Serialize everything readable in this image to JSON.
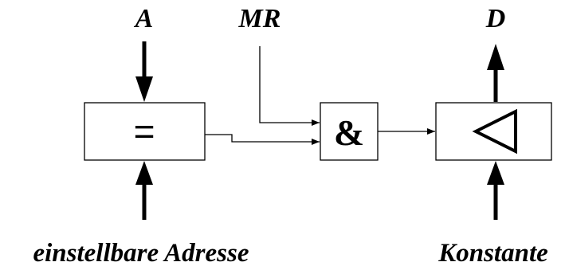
{
  "labels": {
    "input_a": "A",
    "input_mr": "MR",
    "output_d": "D",
    "address": "einstellbare Adresse",
    "constant": "Konstante"
  },
  "blocks": {
    "comparator_symbol": "=",
    "and_symbol": "&"
  },
  "colors": {
    "ink": "#000000",
    "background": "#ffffff"
  }
}
